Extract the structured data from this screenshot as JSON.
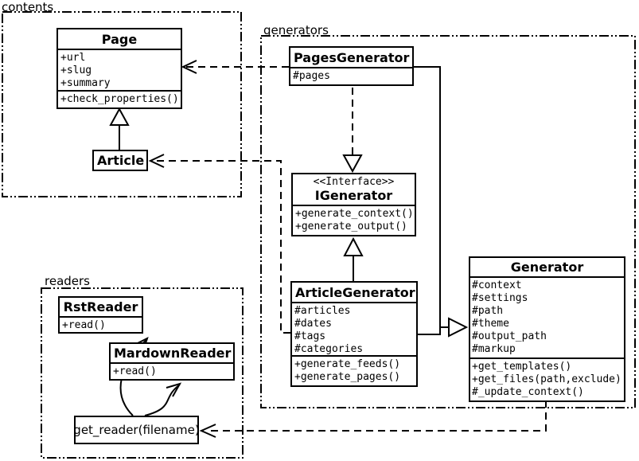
{
  "diagram": {
    "background": "#ffffff",
    "line_color": "#000000",
    "packages": {
      "contents": {
        "label": "contents"
      },
      "generators": {
        "label": "generators"
      },
      "readers": {
        "label": "readers"
      }
    },
    "classes": {
      "page": {
        "title": "Page",
        "attributes": [
          "+url",
          "+slug",
          "+summary"
        ],
        "methods": [
          "+check_properties()"
        ]
      },
      "article": {
        "title": "Article"
      },
      "pages_generator": {
        "title": "PagesGenerator",
        "attributes": [
          "#pages"
        ]
      },
      "igenerator": {
        "stereotype": "<<Interface>>",
        "title": "IGenerator",
        "methods": [
          "+generate_context()",
          "+generate_output()"
        ]
      },
      "article_generator": {
        "title": "ArticleGenerator",
        "attributes": [
          "#articles",
          "#dates",
          "#tags",
          "#categories"
        ],
        "methods": [
          "+generate_feeds()",
          "+generate_pages()"
        ]
      },
      "generator": {
        "title": "Generator",
        "attributes": [
          "#context",
          "#settings",
          "#path",
          "#theme",
          "#output_path",
          "#markup"
        ],
        "methods": [
          "+get_templates()",
          "+get_files(path,exclude)",
          "#_update_context()"
        ]
      },
      "rst_reader": {
        "title": "RstReader",
        "methods": [
          "+read()"
        ]
      },
      "mardown_reader": {
        "title": "MardownReader",
        "methods": [
          "+read()"
        ]
      },
      "get_reader": {
        "label": "get_reader(filename)"
      }
    },
    "relationships": [
      {
        "from": "Article",
        "to": "Page",
        "type": "generalization"
      },
      {
        "from": "PagesGenerator",
        "to": "Page",
        "type": "dependency"
      },
      {
        "from": "PagesGenerator",
        "to": "IGenerator",
        "type": "realization"
      },
      {
        "from": "ArticleGenerator",
        "to": "IGenerator",
        "type": "generalization"
      },
      {
        "from": "ArticleGenerator",
        "to": "Article",
        "type": "dependency"
      },
      {
        "from": "PagesGenerator",
        "to": "Generator",
        "type": "generalization"
      },
      {
        "from": "ArticleGenerator",
        "to": "Generator",
        "type": "generalization"
      },
      {
        "from": "Generator",
        "to": "get_reader(filename)",
        "type": "dependency"
      },
      {
        "from": "get_reader(filename)",
        "to": "RstReader",
        "type": "call-arrow"
      },
      {
        "from": "get_reader(filename)",
        "to": "MardownReader",
        "type": "call-arrow"
      }
    ]
  }
}
